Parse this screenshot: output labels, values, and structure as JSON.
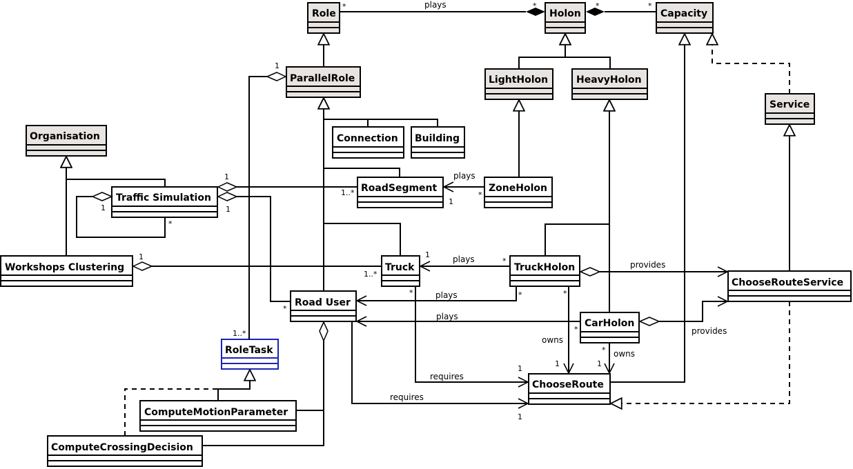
{
  "colors": {
    "abstract_fill": "#e8e4e1",
    "concrete_fill": "#ffffff",
    "highlight_stroke": "#1a23b4",
    "line": "#000000"
  },
  "classes": {
    "role": "Role",
    "holon": "Holon",
    "capacity": "Capacity",
    "parallel_role": "ParallelRole",
    "light_holon": "LightHolon",
    "heavy_holon": "HeavyHolon",
    "service": "Service",
    "organisation": "Organisation",
    "connection": "Connection",
    "building": "Building",
    "traffic_simulation": "Traffic Simulation",
    "road_segment": "RoadSegment",
    "zone_holon": "ZoneHolon",
    "workshops_clustering": "Workshops Clustering",
    "truck": "Truck",
    "truck_holon": "TruckHolon",
    "choose_route_service": "ChooseRouteService",
    "road_user": "Road User",
    "car_holon": "CarHolon",
    "role_task": "RoleTask",
    "choose_route": "ChooseRoute",
    "compute_motion_parameter": "ComputeMotionParameter",
    "compute_crossing_decision": "ComputeCrossingDecision"
  },
  "labels": {
    "plays": "plays",
    "provides": "provides",
    "owns": "owns",
    "requires": "requires"
  },
  "multiplicities": {
    "star": "*",
    "one": "1",
    "one_to_many": "1..*"
  }
}
